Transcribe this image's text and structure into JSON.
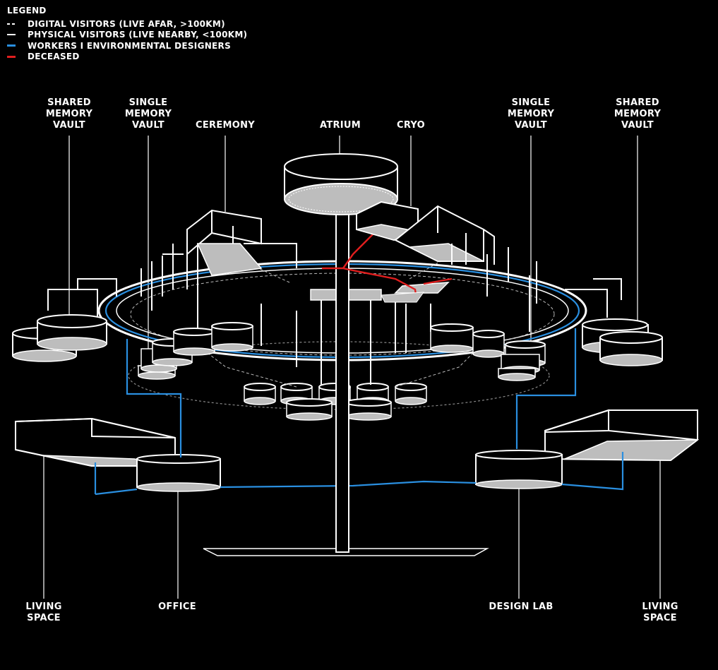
{
  "legend": {
    "title": "LEGEND",
    "items": [
      {
        "label": "DIGITAL VISITORS (LIVE AFAR, >100KM)",
        "style": "dashed",
        "color": "#ffffff"
      },
      {
        "label": "PHYSICAL VISITORS (LIVE NEARBY, <100KM)",
        "style": "solid",
        "color": "#ffffff"
      },
      {
        "label": "WORKERS I ENVIRONMENTAL DESIGNERS",
        "style": "solid",
        "color": "#2a8fe0"
      },
      {
        "label": "DECEASED",
        "style": "solid",
        "color": "#e01e1e"
      }
    ]
  },
  "labels": {
    "shared_vault_left": "SHARED\nMEMORY\nVAULT",
    "single_vault_left": "SINGLE\nMEMORY\nVAULT",
    "ceremony": "CEREMONY",
    "atrium": "ATRIUM",
    "cryo": "CRYO",
    "single_vault_right": "SINGLE\nMEMORY\nVAULT",
    "shared_vault_right": "SHARED\nMEMORY\nVAULT",
    "living_space_left": "LIVING\nSPACE",
    "office": "OFFICE",
    "design_lab": "DESIGN LAB",
    "living_space_right": "LIVING\nSPACE"
  }
}
